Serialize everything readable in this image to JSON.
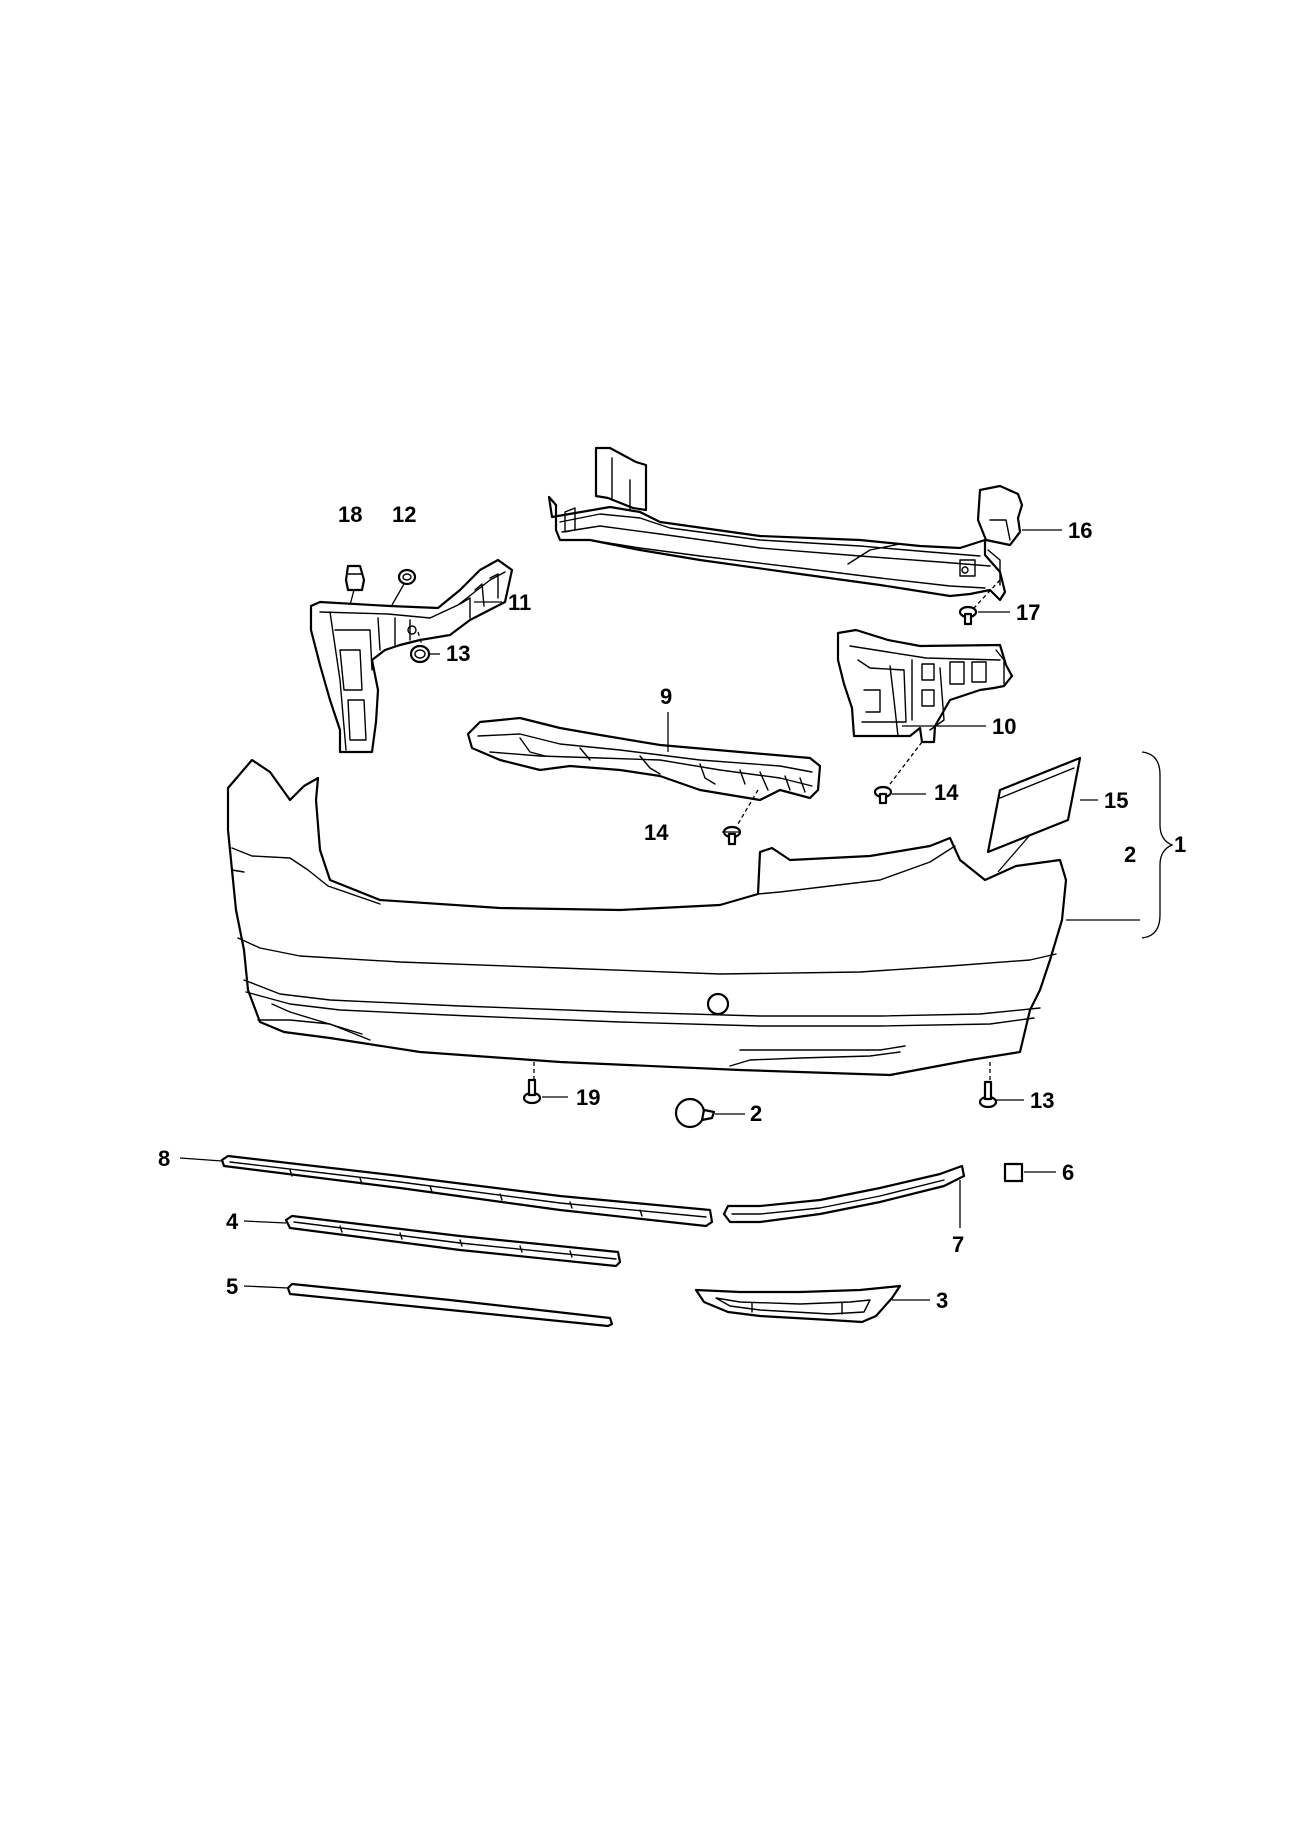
{
  "callouts": {
    "c1": "1",
    "c2_group": "2",
    "c2_plug": "2",
    "c3": "3",
    "c4": "4",
    "c5": "5",
    "c6": "6",
    "c7": "7",
    "c8": "8",
    "c9": "9",
    "c10": "10",
    "c11": "11",
    "c12": "12",
    "c13_left": "13",
    "c13_right": "13",
    "c14_center": "14",
    "c14_right": "14",
    "c15": "15",
    "c16": "16",
    "c17": "17",
    "c18": "18",
    "c19": "19"
  }
}
